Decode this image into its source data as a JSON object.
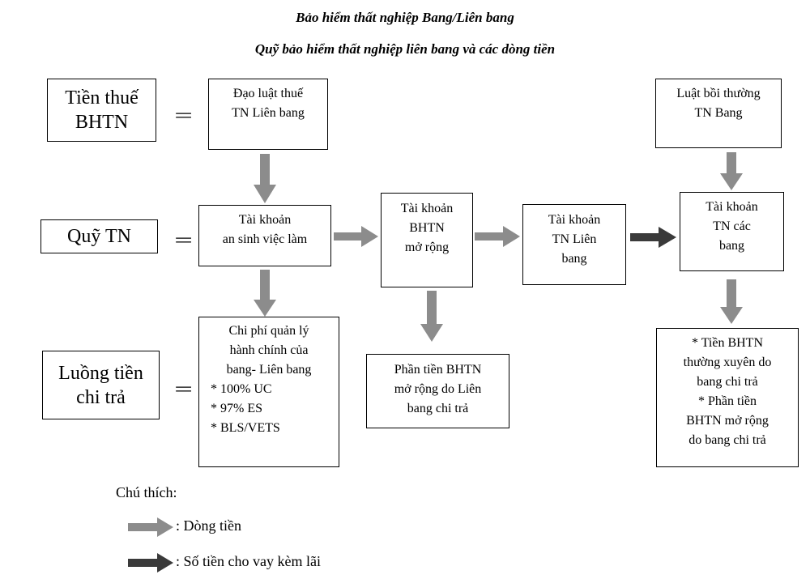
{
  "title": {
    "line1": "Bảo hiểm thất nghiệp Bang/Liên bang",
    "line2": "Quỹ bảo hiểm thất nghiệp liên bang và các dòng tiền"
  },
  "left_labels": [
    {
      "lines": [
        "Tiền thuế",
        "BHTN"
      ]
    },
    {
      "lines": [
        "Quỹ TN"
      ]
    },
    {
      "lines": [
        "Luồng tiền",
        "chi trả"
      ]
    }
  ],
  "equals": "=",
  "boxes": {
    "federal_tax_act": [
      "Đạo luật thuế",
      "TN Liên bang"
    ],
    "state_comp_law": [
      "Luật bồi thường",
      "TN Bang"
    ],
    "employment_security": [
      "Tài khoản",
      "an sinh việc làm"
    ],
    "extended_account": [
      "Tài khoản",
      "BHTN",
      "mở rộng"
    ],
    "federal_account": [
      "Tài khoản",
      "TN Liên",
      "bang"
    ],
    "state_accounts": [
      "Tài khoản",
      "TN các",
      "bang"
    ],
    "admin_costs": [
      "Chi phí quản lý",
      "hành chính của",
      "bang- Liên bang",
      "* 100% UC",
      "* 97% ES",
      "* BLS/VETS"
    ],
    "federal_extended_share": [
      "Phần tiền BHTN",
      "mở rộng do Liên",
      "bang chi trả"
    ],
    "state_payments": [
      "* Tiền BHTN",
      "thường xuyên do",
      "bang chi trả",
      "* Phần tiền",
      "BHTN mở rộng",
      "do bang chi trả"
    ]
  },
  "legend": {
    "title": "Chú thích:",
    "cash_flow": ": Dòng tiền",
    "loan": ": Số tiền cho vay kèm lãi"
  },
  "colors": {
    "flow_arrow": "#8c8c8c",
    "loan_arrow": "#3a3a3a"
  }
}
